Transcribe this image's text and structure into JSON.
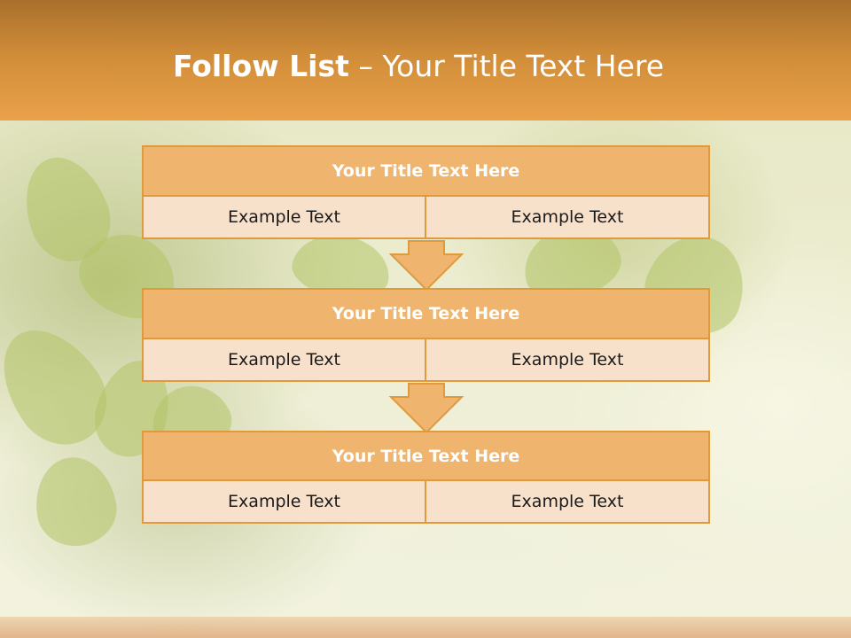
{
  "title": {
    "bold": "Follow List",
    "rest": " – Your Title Text Here"
  },
  "blocks": [
    {
      "title": "Your Title Text Here",
      "left": "Example Text",
      "right": "Example Text"
    },
    {
      "title": "Your Title Text Here",
      "left": "Example Text",
      "right": "Example Text"
    },
    {
      "title": "Your Title Text Here",
      "left": "Example Text",
      "right": "Example Text"
    }
  ],
  "colors": {
    "header": "#d08c38",
    "block_title": "#efb56e",
    "block_cell": "#f8e1cb",
    "border": "#e09a3e"
  }
}
